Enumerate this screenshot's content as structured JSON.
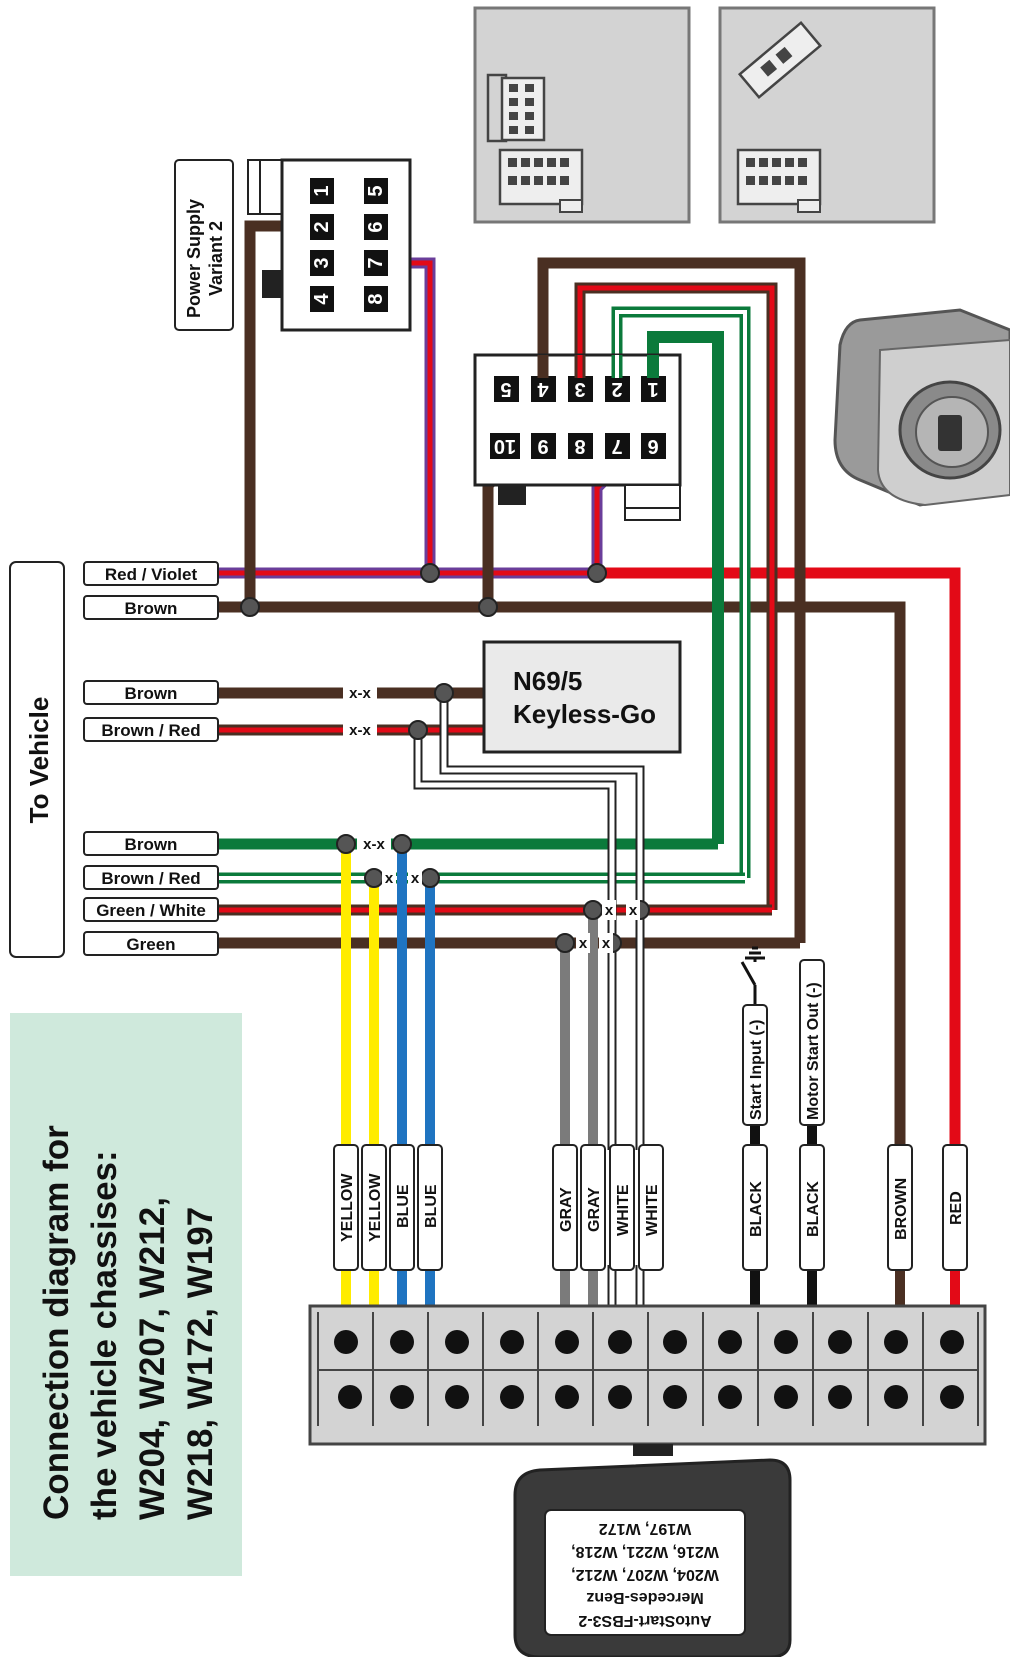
{
  "side_label": "To Vehicle",
  "power_supply_label": [
    "Power Supply",
    "Variant 2"
  ],
  "keyless_module": [
    "N69/5",
    "Keyless-Go"
  ],
  "splice_marks": {
    "xx": "x-x",
    "x": "x"
  },
  "vehicle_wire_labels": {
    "red_violet": "Red / Violet",
    "brown_top": "Brown",
    "brown_kg": "Brown",
    "brown_red_kg": "Brown / Red",
    "brown_low": "Brown",
    "brown_red_low": "Brown / Red",
    "green_white": "Green / White",
    "green": "Green"
  },
  "connector8_pins": [
    "1",
    "2",
    "3",
    "4",
    "5",
    "6",
    "7",
    "8"
  ],
  "connector10_pins": [
    "1",
    "2",
    "3",
    "4",
    "5",
    "6",
    "7",
    "8",
    "9",
    "10"
  ],
  "module_wire_tags": {
    "yellow1": "YELLOW",
    "yellow2": "YELLOW",
    "blue1": "BLUE",
    "blue2": "BLUE",
    "gray1": "GRAY",
    "gray2": "GRAY",
    "white1": "WHITE",
    "white2": "WHITE",
    "black1": "BLACK",
    "black2": "BLACK",
    "brown": "BROWN",
    "red": "RED"
  },
  "aux_labels": {
    "start_input": "Start Input (-)",
    "motor_start_out": "Motor Start Out (-)"
  },
  "title_lines": [
    "Connection diagram for",
    "the vehicle chassises:",
    "W204, W207, W212,",
    "W218, W172, W197"
  ],
  "device_label_lines": [
    "AutoStart-FBS3-2",
    "Mercedes-Benz",
    "W204, W207, W212,",
    "W216, W221, W218,",
    "W197, W172"
  ],
  "colors": {
    "brown": "#4a2f22",
    "red": "#e30a17",
    "violet": "#6a3d9a",
    "green": "#0b7a3b",
    "yellow": "#ffec00",
    "blue": "#1f74c1",
    "gray": "#7b7b7b",
    "black": "#111111",
    "panel": "#d3d3d3",
    "title_bg": "#cfe9dc"
  }
}
